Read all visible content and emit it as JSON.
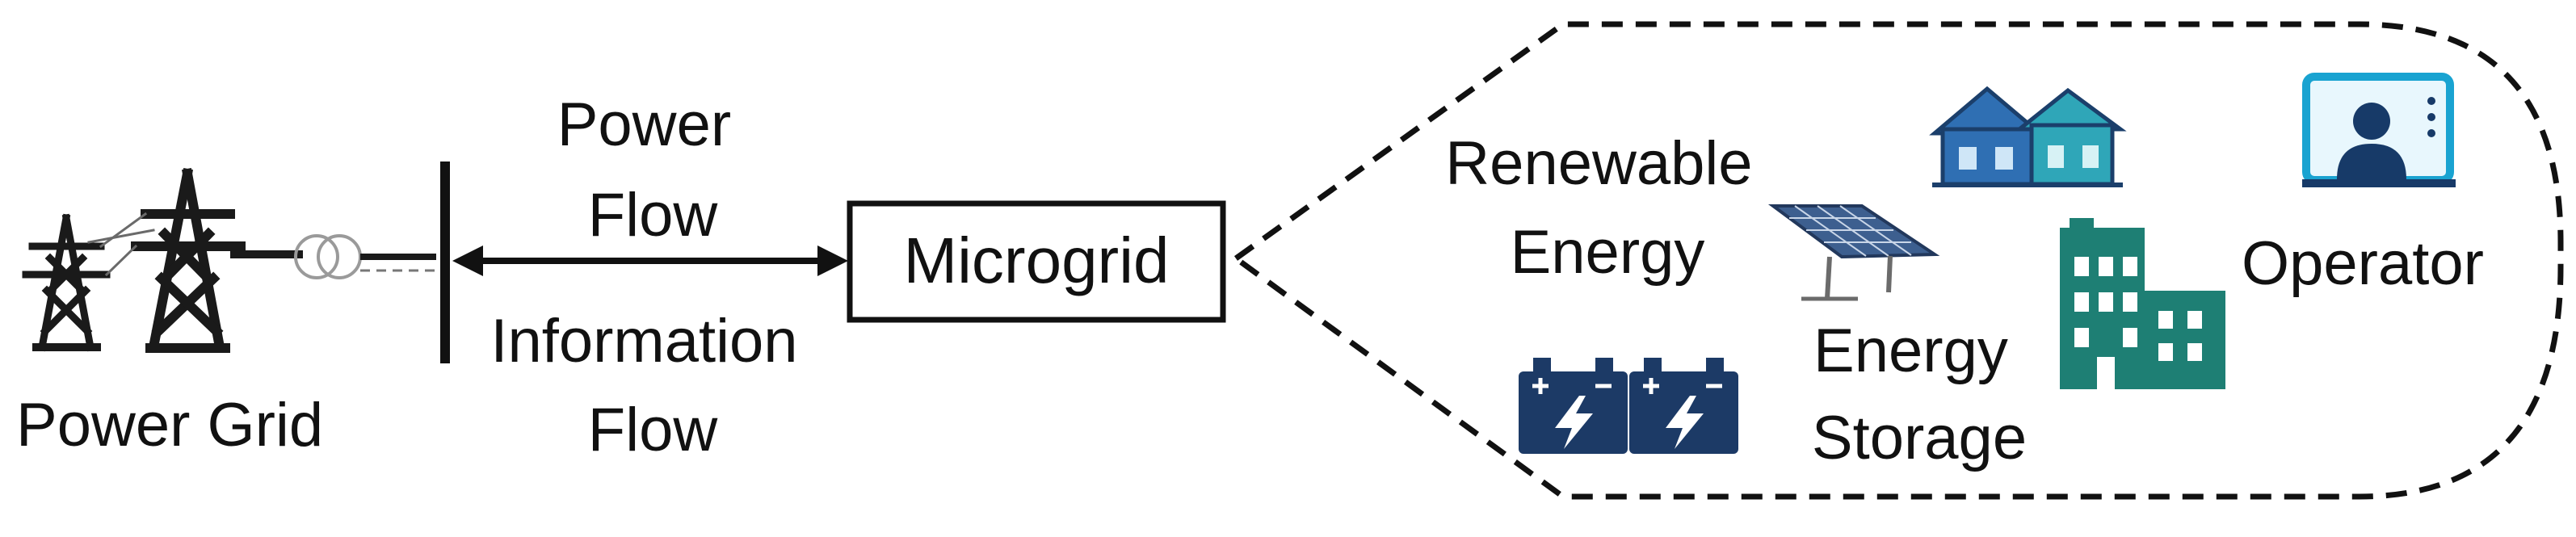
{
  "labels": {
    "power_grid": "Power Grid",
    "power_flow_1": "Power",
    "power_flow_2": "Flow",
    "information_flow_1": "Information",
    "information_flow_2": "Flow",
    "microgrid": "Microgrid",
    "renewable_1": "Renewable",
    "renewable_2": "Energy",
    "storage_1": "Energy",
    "storage_2": "Storage",
    "operator": "Operator"
  },
  "icons": [
    "transmission-tower-icon",
    "transformer-icon",
    "houses-icon",
    "solar-panel-icon",
    "office-building-icon",
    "operator-monitor-icon",
    "battery-icon"
  ],
  "colors": {
    "line": "#111111",
    "house_blue": "#2f6fb3",
    "house_teal": "#2fa6b8",
    "solar_blue": "#3d5f8f",
    "building_teal": "#1e7f74",
    "battery_navy": "#1c3a66",
    "monitor_cyan": "#19a3d1",
    "operator_navy": "#173a68"
  }
}
